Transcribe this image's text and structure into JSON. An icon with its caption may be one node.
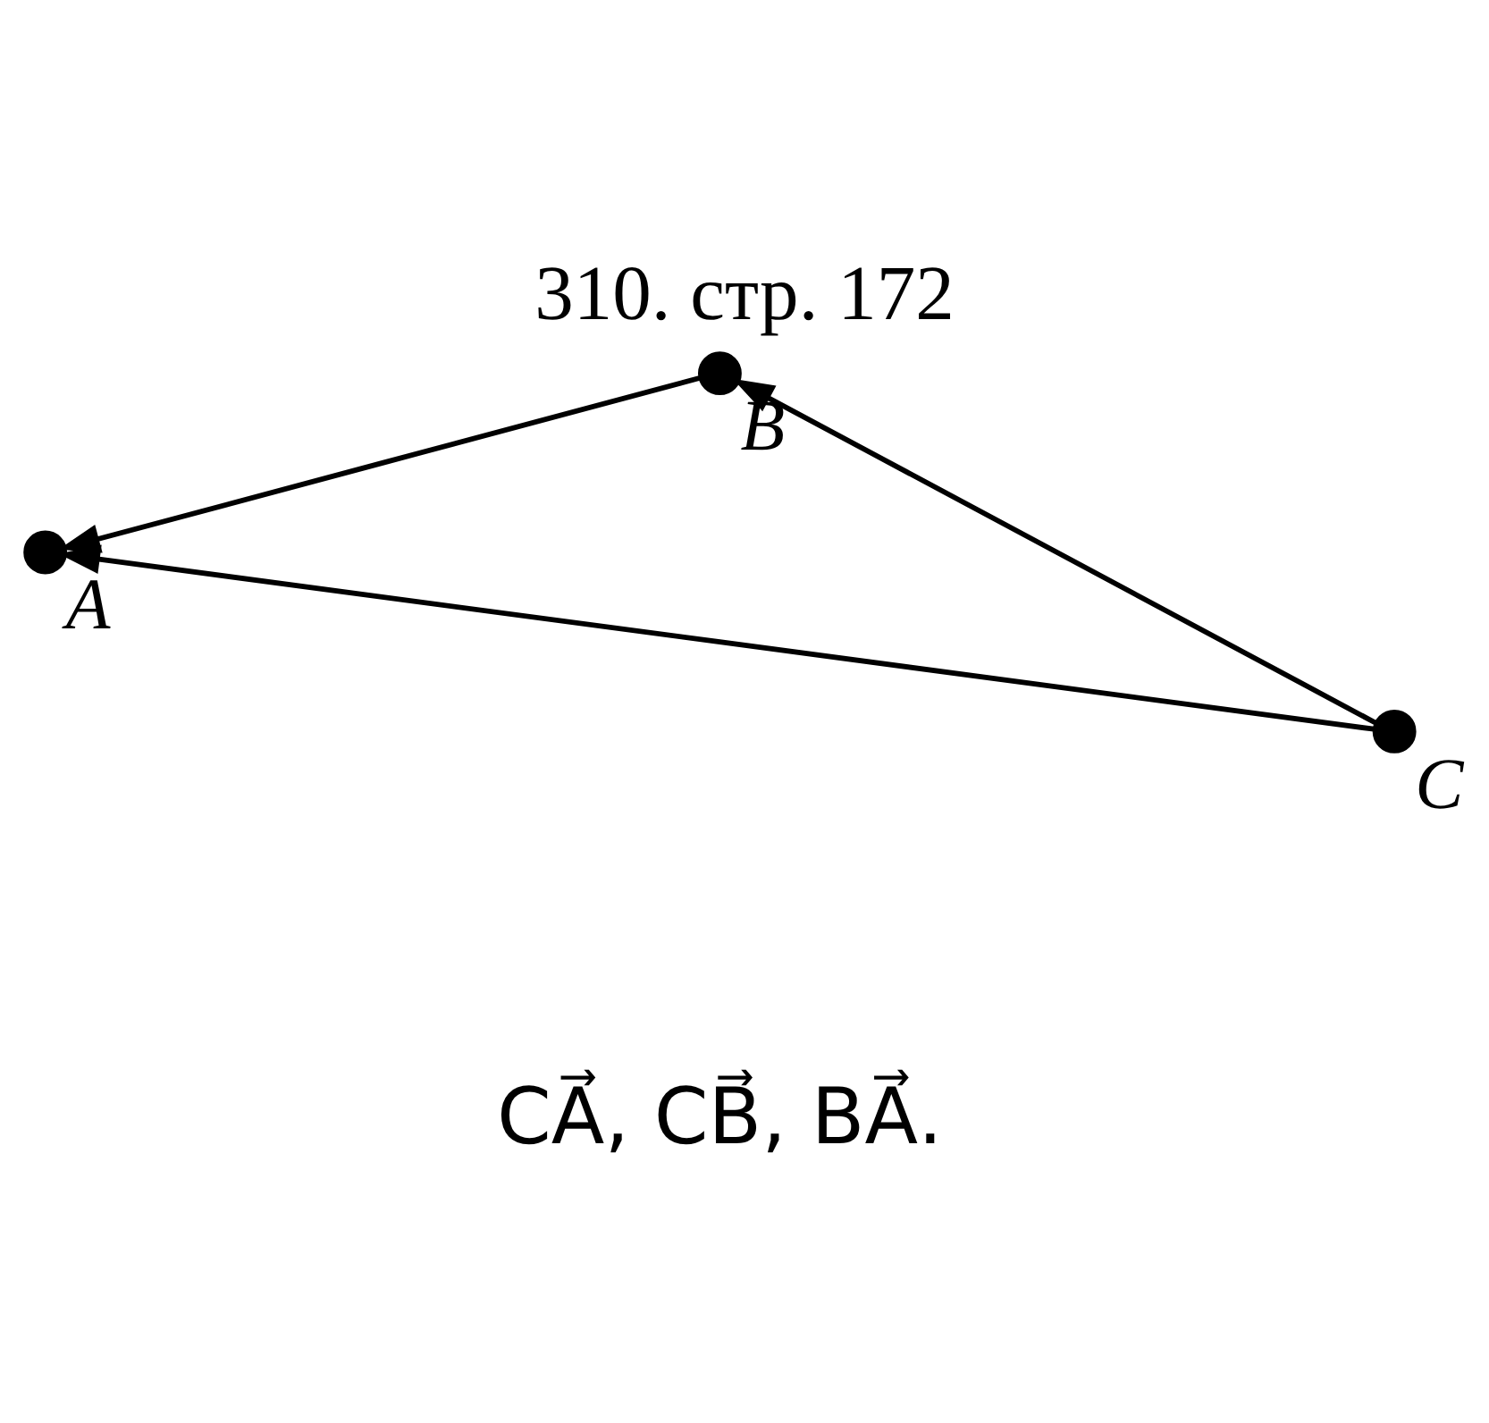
{
  "diagram": {
    "title": "310. стр. 172",
    "nodes": [
      {
        "text": [],
        "shape": "circle",
        "beside": [
          "B"
        ]
      },
      {
        "text": [],
        "shape": "circle",
        "beside": [
          "A"
        ]
      },
      {
        "text": [],
        "shape": "circle",
        "beside": [
          "C"
        ]
      }
    ],
    "edges": [
      {
        "from": 0,
        "to": 1,
        "arrow": "to"
      },
      {
        "from": 2,
        "to": 1,
        "arrow": "to"
      },
      {
        "from": 2,
        "to": 0,
        "arrow": "to"
      }
    ],
    "labels": [
      "CA⃗, CB⃗, BA⃗."
    ]
  }
}
